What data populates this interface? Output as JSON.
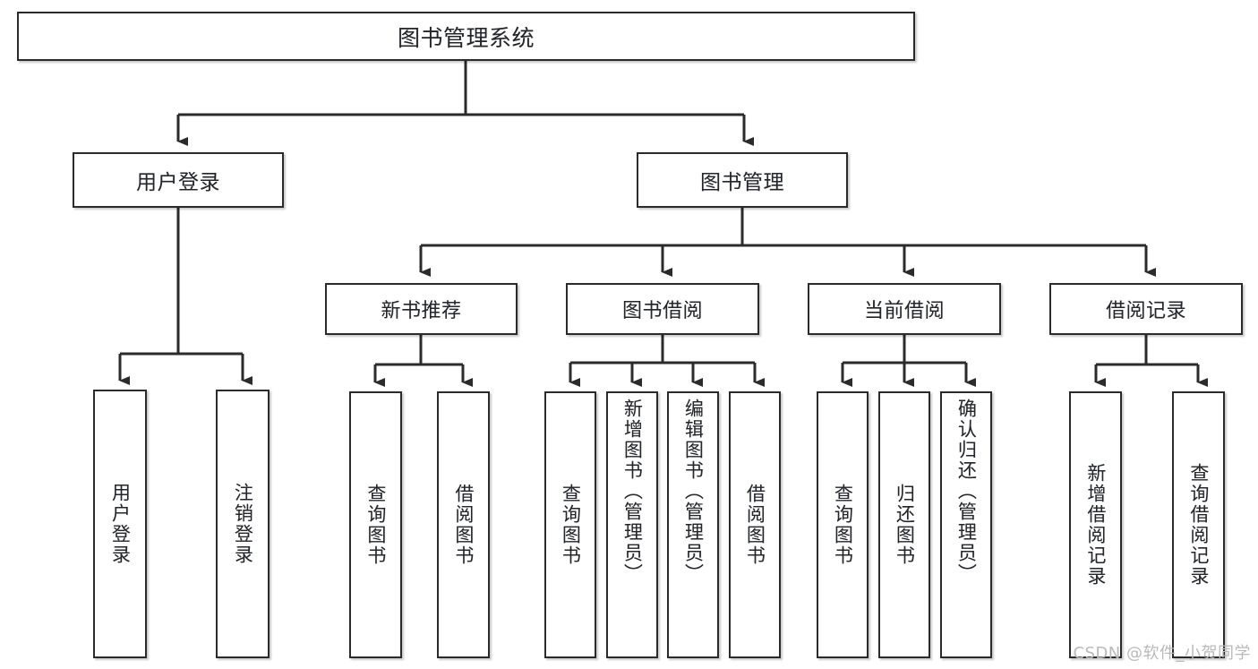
{
  "diagram": {
    "type": "tree",
    "title": "图书管理系统",
    "watermark": "CSDN @软件_小贺同学",
    "colors": {
      "border": "#2b2b2b",
      "background": "#ffffff",
      "text": "#23262b",
      "edge": "#2b2b2b",
      "watermark": "#b9b9b9"
    },
    "nodes": {
      "root": {
        "label": "图书管理系统"
      },
      "level1": [
        {
          "label": "用户登录"
        },
        {
          "label": "图书管理"
        }
      ],
      "level2": [
        {
          "label": "新书推荐"
        },
        {
          "label": "图书借阅"
        },
        {
          "label": "当前借阅"
        },
        {
          "label": "借阅记录"
        }
      ],
      "leaves_user_login": [
        {
          "label": "用户登录"
        },
        {
          "label": "注销登录"
        }
      ],
      "leaves_new_books": [
        {
          "label": "查询图书"
        },
        {
          "label": "借阅图书"
        }
      ],
      "leaves_borrow": [
        {
          "label": "查询图书"
        },
        {
          "label": "新增图书（管理员）"
        },
        {
          "label": "编辑图书（管理员）"
        },
        {
          "label": "借阅图书"
        }
      ],
      "leaves_current": [
        {
          "label": "查询图书"
        },
        {
          "label": "归还图书"
        },
        {
          "label": "确认归还（管理员）"
        }
      ],
      "leaves_records": [
        {
          "label": "新增借阅记录"
        },
        {
          "label": "查询借阅记录"
        }
      ]
    }
  }
}
